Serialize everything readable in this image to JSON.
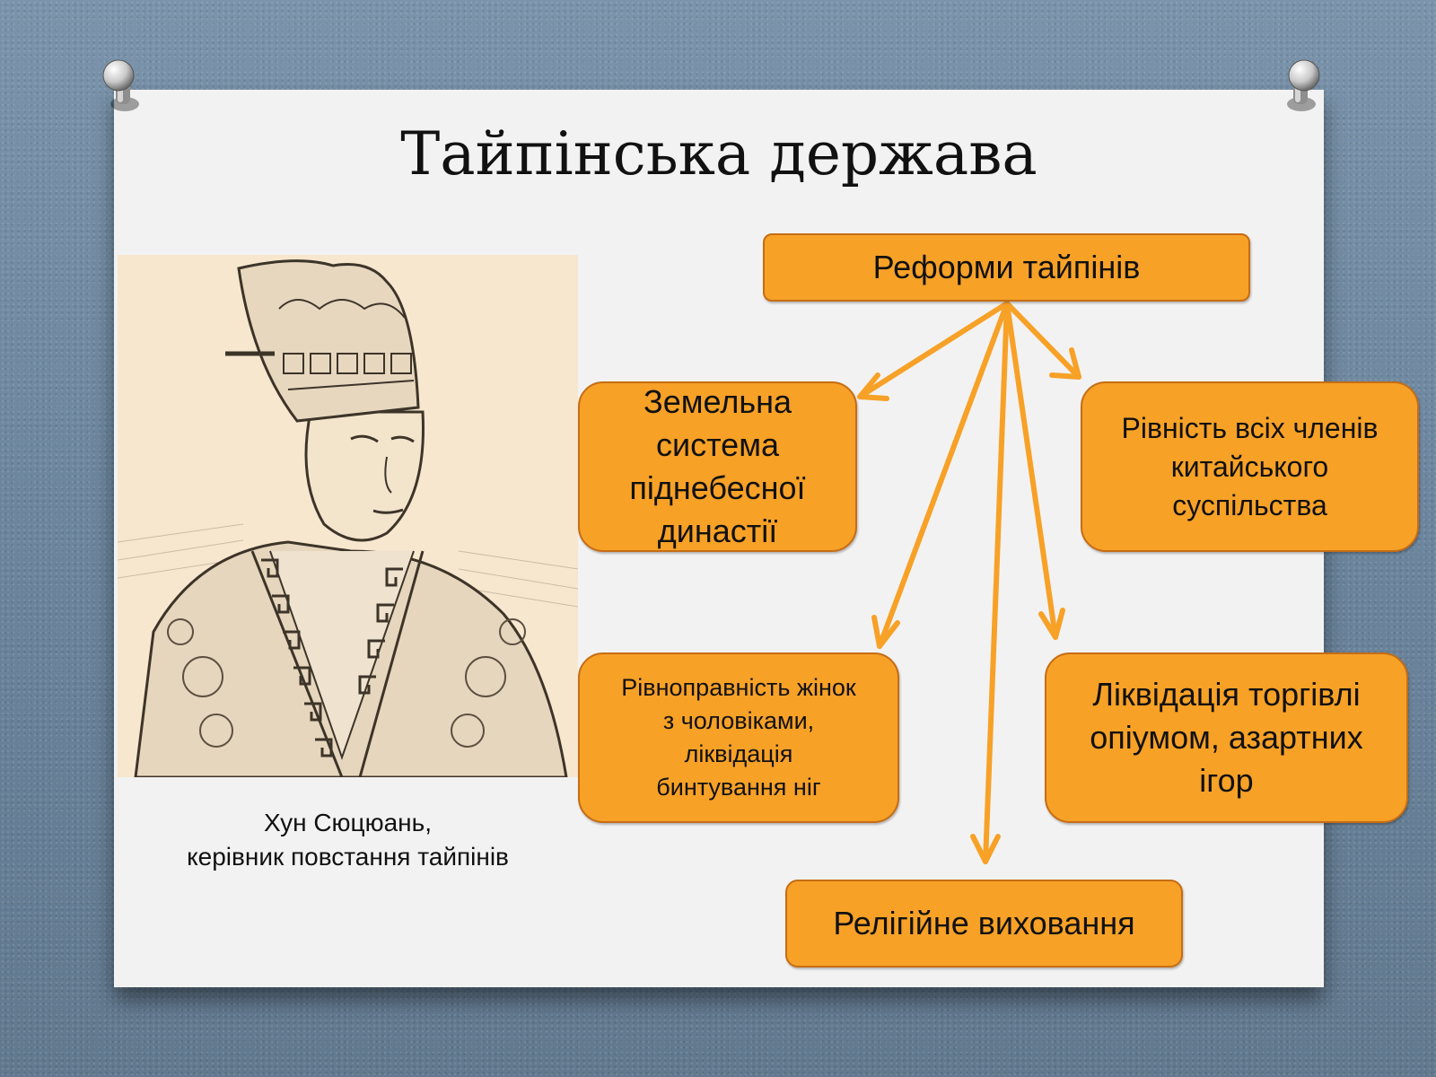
{
  "slide": {
    "title": "Тайпінська держава",
    "caption": {
      "line1": "Хун Сюцюань,",
      "line2": "керівник повстання тайпінів"
    }
  },
  "diagram": {
    "root": "Реформи тайпінів",
    "reforms": {
      "land": [
        "Земельна",
        "система",
        "піднебесної",
        "династії"
      ],
      "equality": [
        "Рівність всіх членів",
        "китайського",
        "суспільства"
      ],
      "women": [
        "Рівноправність жінок",
        "з чоловіками,",
        "ліквідація",
        "бинтування ніг"
      ],
      "opium": [
        "Ліквідація торгівлі",
        "опіумом, азартних",
        "ігор"
      ],
      "religion": "Релігійне виховання"
    }
  },
  "colors": {
    "box_fill": "#f7a127",
    "box_border": "#c66d15",
    "arrow": "#f7a127",
    "paper": "#f2f2f2",
    "background": "#6f8aa3"
  }
}
